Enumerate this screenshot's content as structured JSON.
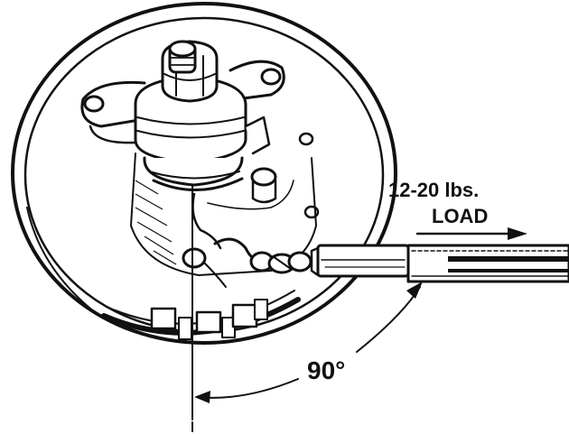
{
  "labels": {
    "load_line1": "12-20 lbs.",
    "load_line2": "LOAD",
    "angle": "90°"
  },
  "colors": {
    "ink": "#111111",
    "paper": "#ffffff"
  }
}
